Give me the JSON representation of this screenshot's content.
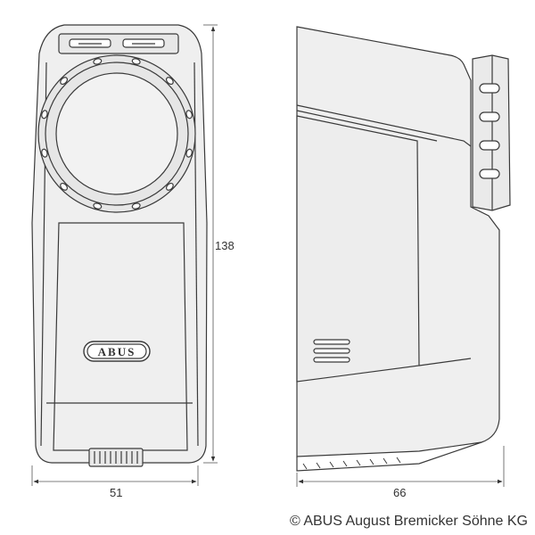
{
  "dimensions": {
    "height": "138",
    "front_width": "51",
    "side_depth": "66"
  },
  "brand": {
    "logo_text": "ABUS"
  },
  "copyright": "© ABUS August Bremicker Söhne KG",
  "colors": {
    "line": "#3a3a3a",
    "body_fill": "#efefef",
    "knob_fill": "#e6e6e6",
    "shade": "#dcdcdc"
  }
}
